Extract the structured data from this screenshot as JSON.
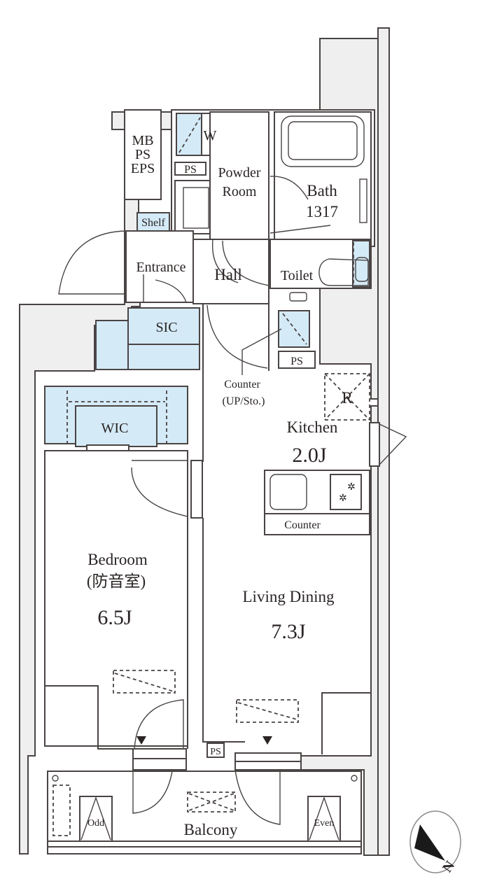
{
  "floorplan": {
    "rooms": {
      "mb_ps_eps": {
        "line1": "MB",
        "line2": "PS",
        "line3": "EPS"
      },
      "washer": "W",
      "ps_top": "PS",
      "powder_room": {
        "line1": "Powder",
        "line2": "Room"
      },
      "bath": {
        "line1": "Bath",
        "line2": "1317"
      },
      "shelf": "Shelf",
      "entrance": "Entrance",
      "hall": "Hall",
      "toilet": "Toilet",
      "sic": "SIC",
      "ps_mid": "PS",
      "counter_up": {
        "line1": "Counter",
        "line2": "(UP/Sto.)"
      },
      "refrigerator": "R",
      "kitchen": {
        "name": "Kitchen",
        "area": "2.0J"
      },
      "wic": "WIC",
      "counter_kitchen": "Counter",
      "bedroom": {
        "name": "Bedroom",
        "note": "(防音室)",
        "area": "6.5J"
      },
      "living_dining": {
        "name": "Living Dining",
        "area": "7.3J"
      },
      "ps_bottom": "PS",
      "balcony": "Balcony",
      "odd": "Odd",
      "even": "Even"
    },
    "compass": {
      "label": "N"
    },
    "colors": {
      "storage_fill": "#d4eaf7",
      "wall_fill": "#efefef",
      "line": "#4a4444"
    }
  }
}
